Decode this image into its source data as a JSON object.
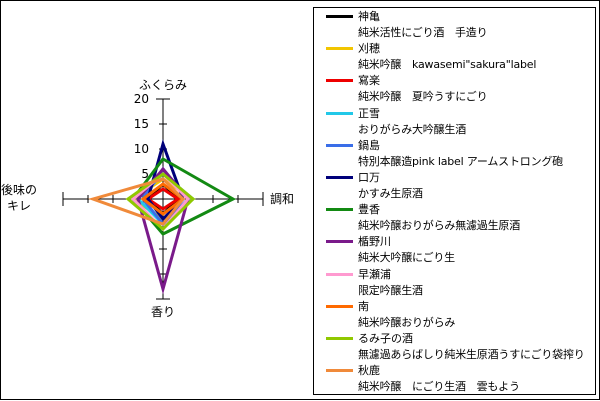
{
  "chart_data": {
    "type": "radar",
    "axes": [
      "ふくらみ",
      "調和",
      "香り",
      "後味の\nキレ"
    ],
    "tick_labels": [
      "0",
      "5",
      "10",
      "15",
      "20"
    ],
    "rlim": [
      0,
      20
    ],
    "legend_position": "right",
    "series": [
      {
        "name": "神亀",
        "description": "純米活性にごり酒　手造り",
        "color": "#000000",
        "values": [
          3,
          3,
          3,
          3
        ]
      },
      {
        "name": "刈穂",
        "description": "純米吟醸　kawasemi\"sakura\"label",
        "color": "#f2c500",
        "values": [
          4,
          6,
          4,
          6
        ]
      },
      {
        "name": "寫楽",
        "description": "純米吟醸　夏吟うすにごり",
        "color": "#ee0000",
        "values": [
          2,
          3,
          2,
          3
        ]
      },
      {
        "name": "正雪",
        "description": "おりがらみ大吟醸生酒",
        "color": "#22c8e8",
        "values": [
          5,
          6,
          5,
          5
        ]
      },
      {
        "name": "鍋島",
        "description": "特別本醸造pink label アームストロング砲",
        "color": "#3a6ee8",
        "values": [
          6,
          5,
          5,
          4
        ]
      },
      {
        "name": "口万",
        "description": "かすみ生原酒",
        "color": "#00007a",
        "values": [
          11,
          4,
          4,
          3
        ]
      },
      {
        "name": "豊香",
        "description": "純米吟醸おりがらみ無濾過生原酒",
        "color": "#138a13",
        "values": [
          8,
          14,
          7,
          6
        ]
      },
      {
        "name": "楯野川",
        "description": "純米大吟醸にごり生",
        "color": "#7a1a8a",
        "values": [
          6,
          5,
          18,
          5
        ]
      },
      {
        "name": "早瀬浦",
        "description": "限定吟醸生酒",
        "color": "#ff9ad0",
        "values": [
          5,
          5,
          6,
          6
        ]
      },
      {
        "name": "南",
        "description": "純米吟醸おりがらみ",
        "color": "#ff6a00",
        "values": [
          3,
          4,
          3,
          4
        ]
      },
      {
        "name": "るみ子の酒",
        "description": "無濾過あらばしり純米生原酒うすにごり袋搾り",
        "color": "#90c800",
        "values": [
          5,
          6,
          6,
          7
        ]
      },
      {
        "name": "秋鹿",
        "description": "純米吟醸　にごり生酒　雲もよう",
        "color": "#f08a3a",
        "values": [
          4,
          4,
          5,
          14
        ]
      }
    ]
  }
}
